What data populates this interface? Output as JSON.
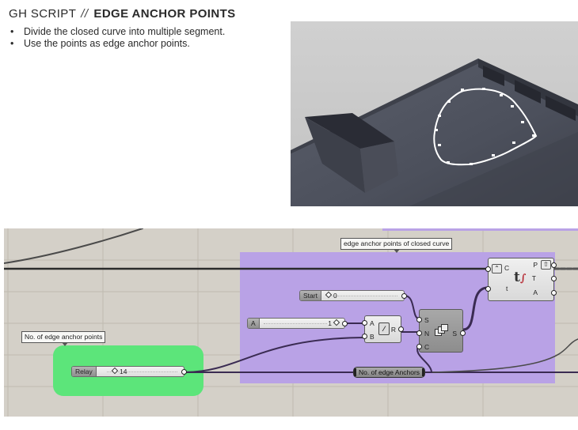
{
  "header": {
    "title_prefix": "GH SCRIPT",
    "title_separator": "//",
    "title_main": "EDGE ANCHOR POINTS"
  },
  "bullets": [
    "Divide the closed curve into multiple segment.",
    "Use the points as edge anchor points."
  ],
  "render_3d": {
    "description": "Rhino viewport: closed curve with division points on a dark box platform",
    "colors": {
      "background": "#c9c9c9",
      "platform": "#4a4e5a",
      "curve": "#ffffff"
    }
  },
  "canvas": {
    "colors": {
      "background": "#d4d0c8",
      "group_purple": "#b9a2e6",
      "group_green": "#5ce57a",
      "wire": "#3a2b52"
    },
    "groups": [
      {
        "name": "edge anchor points of closed curve"
      },
      {
        "name": "No. of edge anchor points"
      }
    ],
    "sliders": {
      "relay": {
        "label": "Relay",
        "value": "14"
      },
      "start": {
        "label": "Start",
        "value": "0"
      },
      "a": {
        "label": "A",
        "value": "1"
      }
    },
    "components": {
      "division": {
        "inputs": [
          "A",
          "B"
        ],
        "outputs": [
          "R"
        ],
        "icon": "division-icon"
      },
      "series": {
        "inputs": [
          "S",
          "N",
          "C"
        ],
        "outputs": [
          "S"
        ],
        "icon": "series-icon"
      },
      "evaluate_curve": {
        "inputs": [
          "C",
          "t"
        ],
        "outputs": [
          "P",
          "T",
          "A"
        ],
        "icon": "evaluate-curve-icon"
      }
    },
    "relay_param": {
      "label": "No. of edge Anchors"
    }
  }
}
